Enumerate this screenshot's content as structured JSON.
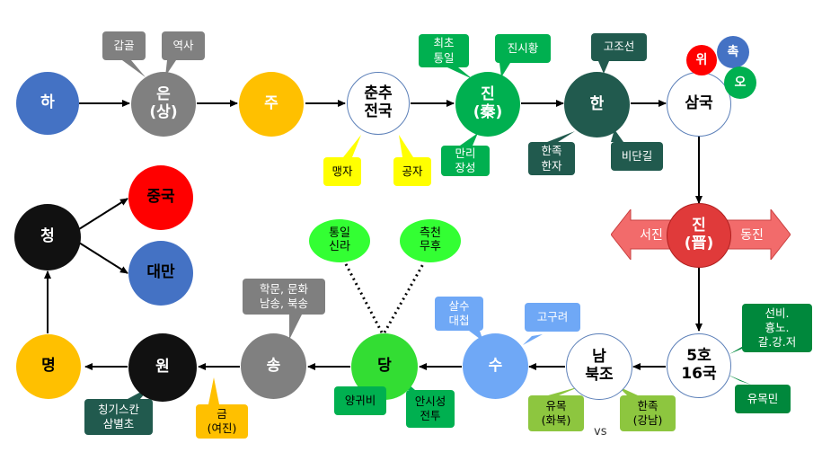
{
  "colors": {
    "blue": "#4472c4",
    "gray": "#808080",
    "gold": "#ffc000",
    "green": "#00b050",
    "teal": "#215a4e",
    "white": "#ffffff",
    "red": "#ff0000",
    "black": "#000000",
    "lightgreen": "#33ff33",
    "skyblue": "#6fa8f6",
    "olive": "#8dc63f",
    "yellow": "#ffff00",
    "darkgold": "#e6a800",
    "callout_gray": "#7f7f7f",
    "darkgreen": "#00883c"
  },
  "nodes": {
    "ha": "하",
    "eun": "은\n(상)",
    "ju": "주",
    "chunchu": "춘추\n전국",
    "jin_qin": "진\n(秦)",
    "han": "한",
    "samguk": "삼국",
    "wi": "위",
    "chok": "촉",
    "o": "오",
    "jin_jin": "진\n(晋)",
    "ohoe": "5호\n16국",
    "nambuk": "남\n북조",
    "su": "수",
    "dang": "당",
    "song": "송",
    "won": "원",
    "myeong": "명",
    "cheong": "청",
    "jungguk": "중국",
    "daeman": "대만"
  },
  "callouts": {
    "gapgol": "갑골",
    "yeoksa": "역사",
    "maengja": "맹자",
    "gongja": "공자",
    "choecho": "최초\n통일",
    "jinsihwang": "진시황",
    "manri": "만리\n장성",
    "gojoseon": "고조선",
    "hanjok_hanja": "한족\n한자",
    "bidangil": "비단길",
    "seonbi": "선비.\n흉노.\n갈.강.저",
    "yumokmin": "유목민",
    "yumok_hwabuk": "유목\n(화북)",
    "hanjok_gangnam": "한족\n(강남)",
    "salsu": "살수\n대첩",
    "goguryeo": "고구려",
    "tongil_silla": "통일\n신라",
    "cheukcheon": "측천\n무후",
    "yanggwibi": "양귀비",
    "ansiseong": "안시성\n전투",
    "hakmun": "학문, 문화\n남송, 북송",
    "geum": "금\n(여진)",
    "chingis": "칭기스칸\n삼별초"
  },
  "vs_label": "vs",
  "seojin": "서진",
  "dongjin": "동진"
}
